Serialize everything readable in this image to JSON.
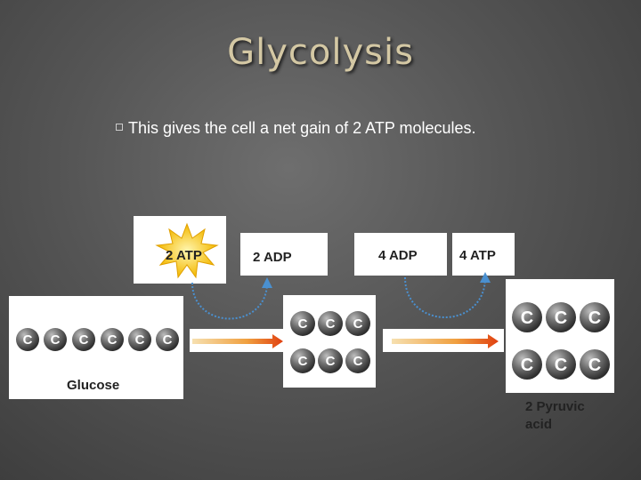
{
  "slide": {
    "title": "Glycolysis",
    "bullet": "This gives the cell a net gain of 2 ATP molecules."
  },
  "diagram": {
    "atp_in": "2 ATP",
    "adp_out": "2 ADP",
    "adp_in": "4 ADP",
    "atp_out": "4 ATP",
    "glucose_label": "Glucose",
    "pyruvic_line1": "2 Pyruvic",
    "pyruvic_line2": "acid",
    "carbon": "C"
  },
  "colors": {
    "arrow_curve": "#4a90d0",
    "arrow_orange": "#e8641a",
    "starburst": "#f5c400",
    "sphere": "#777777"
  }
}
